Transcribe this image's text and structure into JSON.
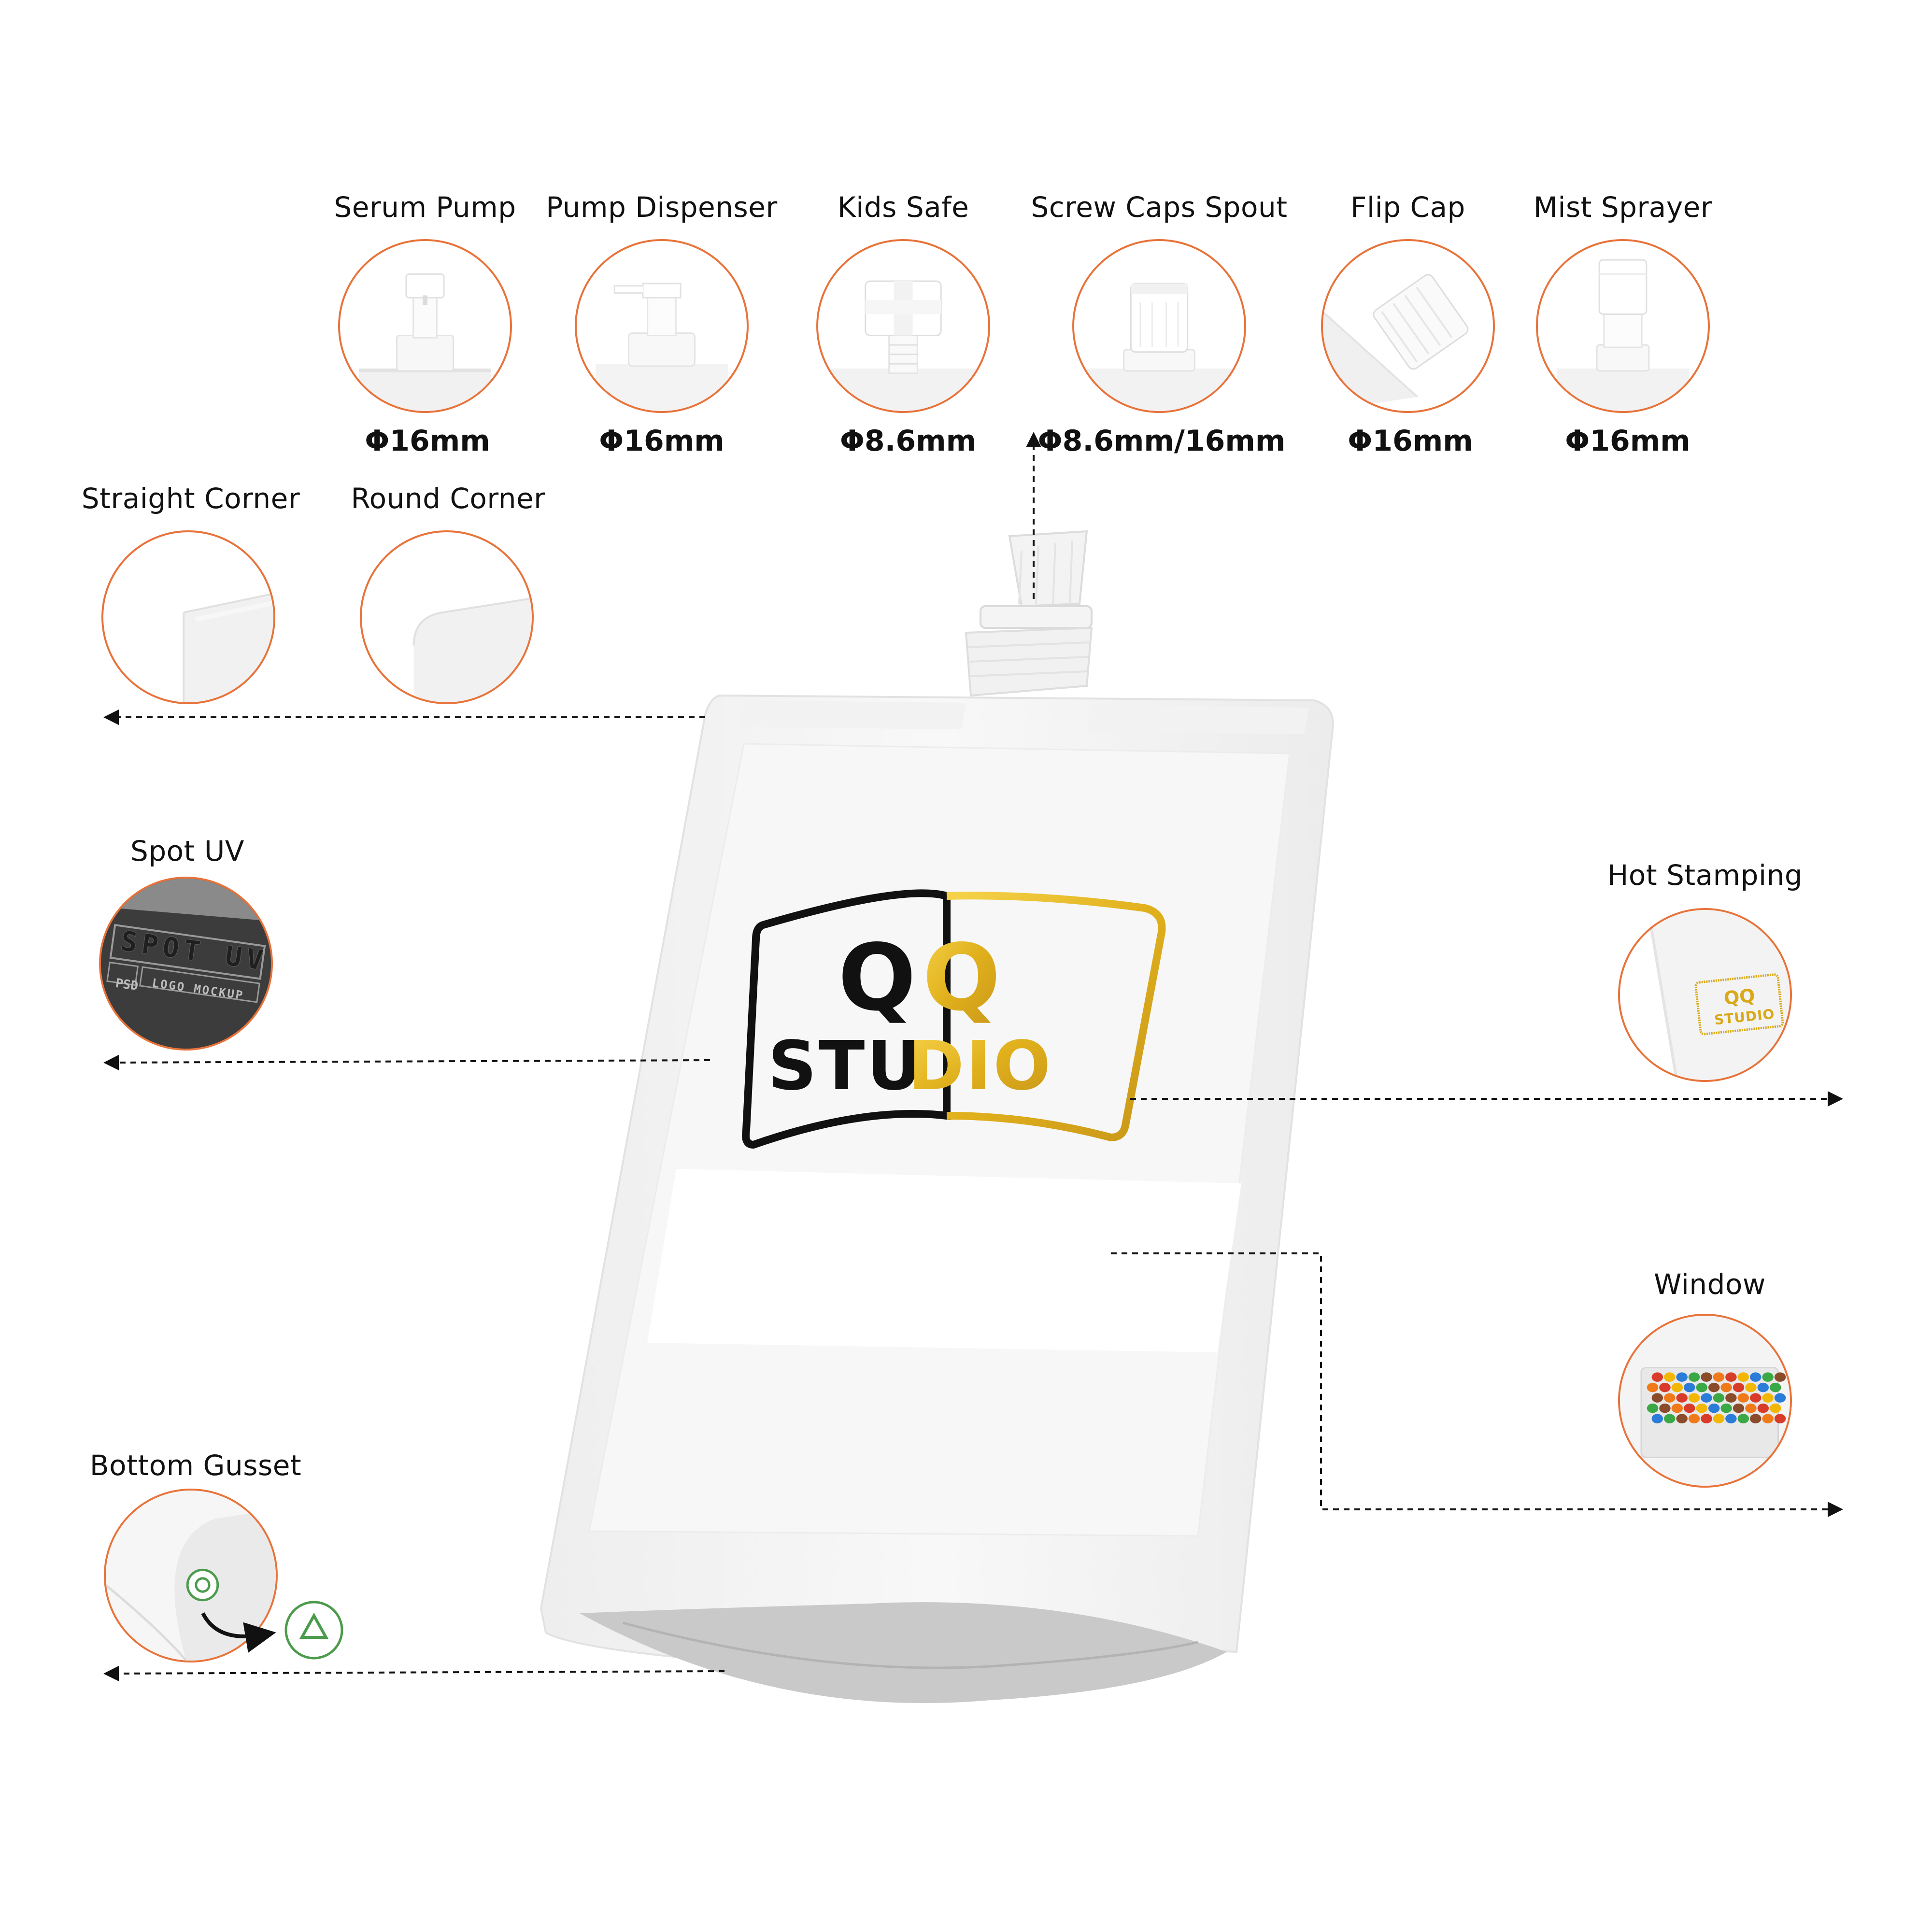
{
  "closures": [
    {
      "label": "Serum Pump",
      "size": "Φ16mm",
      "icon": "serum-pump-icon"
    },
    {
      "label": "Pump Dispenser",
      "size": "Φ16mm",
      "icon": "pump-dispenser-icon"
    },
    {
      "label": "Kids Safe",
      "size": "Φ8.6mm",
      "icon": "kids-safe-cap-icon"
    },
    {
      "label": "Screw Caps Spout",
      "size": "Φ8.6mm/16mm",
      "icon": "screw-cap-spout-icon"
    },
    {
      "label": "Flip Cap",
      "size": "Φ16mm",
      "icon": "flip-cap-icon"
    },
    {
      "label": "Mist Sprayer",
      "size": "Φ16mm",
      "icon": "mist-sprayer-icon"
    }
  ],
  "corners": [
    {
      "label": "Straight Corner",
      "icon": "straight-corner-icon"
    },
    {
      "label": "Round Corner",
      "icon": "round-corner-icon"
    }
  ],
  "features": {
    "spot_uv": {
      "label": "Spot UV",
      "text_main": "SPOT UV",
      "text_psd": "PSD",
      "text_sub": "LOGO MOCKUP"
    },
    "hot_stamping": {
      "label": "Hot Stamping",
      "logo_top": "QQ",
      "logo_bottom": "STUDIO"
    },
    "window": {
      "label": "Window"
    },
    "bottom_gusset": {
      "label": "Bottom Gusset"
    }
  },
  "pouch": {
    "logo_top": "QQ",
    "logo_bottom": "STUDIO"
  },
  "colors": {
    "accent": "#e8733a",
    "gold": "#e5b81e",
    "black": "#111111"
  }
}
